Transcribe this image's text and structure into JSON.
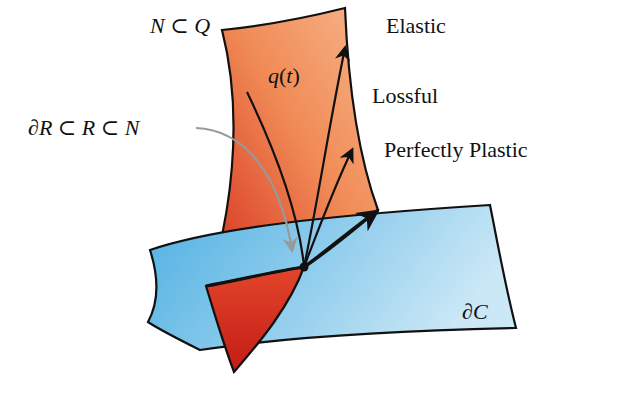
{
  "diagram": {
    "labels": [
      "N ⊂ Q",
      "q(t)",
      "Elastic",
      "Lossful",
      "Perfectly Plastic",
      "∂R ⊂ R ⊂ N",
      "∂C"
    ]
  }
}
